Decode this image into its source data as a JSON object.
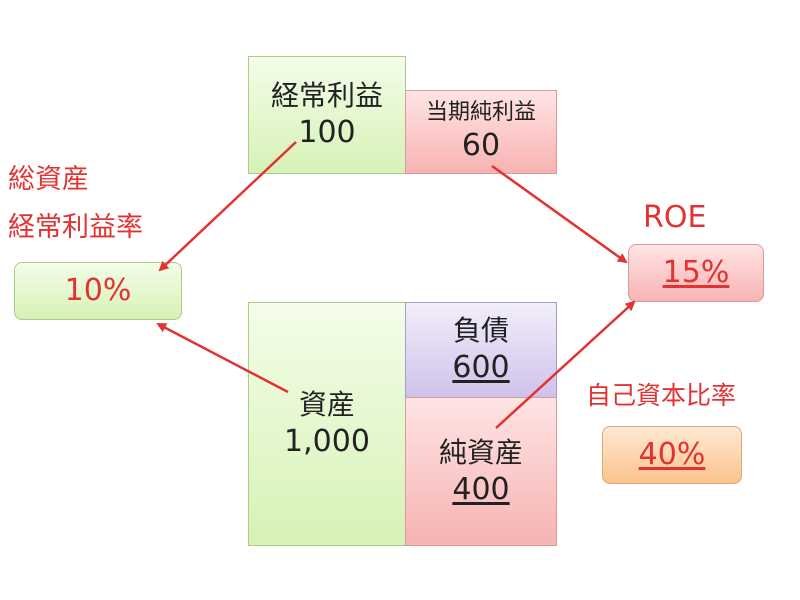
{
  "ordinary_profit": {
    "label": "経常利益",
    "value": "100"
  },
  "net_income": {
    "label": "当期純利益",
    "value": "60"
  },
  "total_assets_ordinary_profit_ratio": {
    "label_line1": "総資産",
    "label_line2": "経常利益率",
    "value": "10%"
  },
  "roe": {
    "label": "ROE",
    "value": "15%"
  },
  "assets": {
    "label": "資産",
    "value": "1,000"
  },
  "liabilities": {
    "label": "負債",
    "value": "600"
  },
  "net_assets": {
    "label": "純資産",
    "value": "400"
  },
  "equity_ratio": {
    "label": "自己資本比率",
    "value": "40%"
  },
  "colors": {
    "arrow": "#e23232",
    "green_box": "#d6f2b6",
    "pink_box": "#f8b3b3",
    "purple_box": "#cfc2ea",
    "orange_box": "#fbc38e"
  }
}
